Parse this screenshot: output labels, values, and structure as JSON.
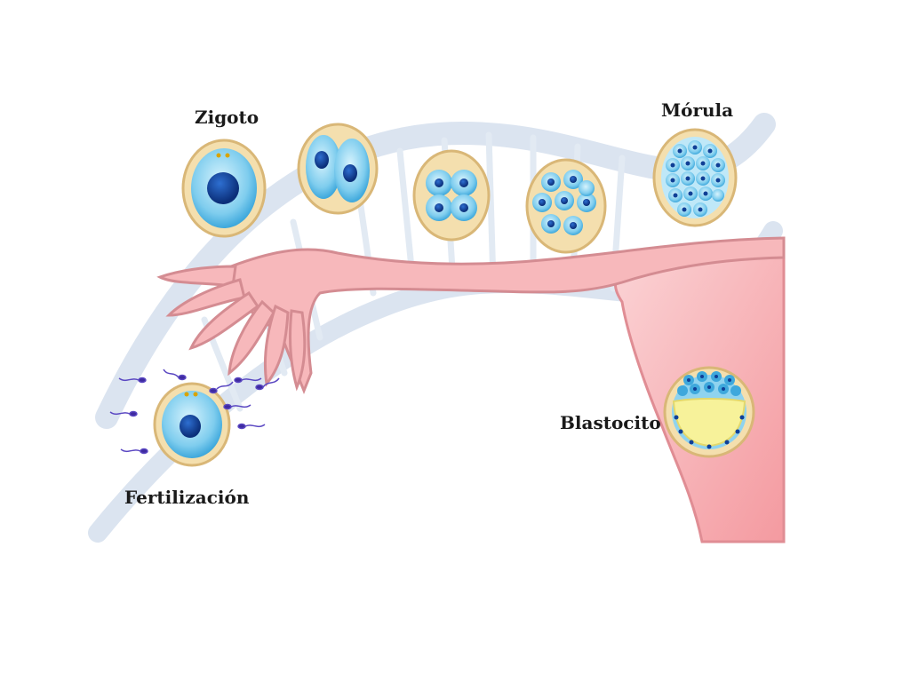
{
  "labels": {
    "zygote": "Zigoto",
    "morula": "Mórula",
    "blastocyst": "Blastocito",
    "fertilization": "Fertilización"
  },
  "colors": {
    "cell_ring": "#f2dca6",
    "cell_body": "#8fd3ef",
    "nucleus": "#0f3f96",
    "tube": "#f6b3b6",
    "tube_edge": "#d98f95",
    "uterus": "#f4a3a8",
    "yolk": "#f7f29a",
    "sperm": "#3e2aa0",
    "helix": "#c9d6e8"
  },
  "icons": [
    "dna-helix-background",
    "sperm-icon"
  ]
}
